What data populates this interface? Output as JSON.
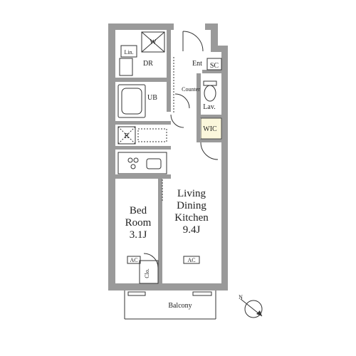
{
  "labels": {
    "washer": "W",
    "linen": "Lin.",
    "dressing_room": "DR",
    "entrance": "Ent",
    "shoe_closet": "SC",
    "counter": "Counter",
    "unit_bath": "UB",
    "lavatory": "Lav.",
    "refrigerator": "R",
    "walk_in_closet": "WIC",
    "ldk_line1": "Living",
    "ldk_line2": "Dining",
    "ldk_line3": "Kitchen",
    "ldk_size": "9.4J",
    "bed_line1": "Bed",
    "bed_line2": "Room",
    "bed_size": "3.1J",
    "ac_bedroom": "AC",
    "ac_ldk": "AC",
    "closet": "Clo.",
    "balcony": "Balcony"
  },
  "colors": {
    "wall": "#9a9a9a",
    "wall_dark": "#8a8a8a",
    "wic_fill": "#fbf7dc",
    "line": "#333333"
  },
  "compass": {
    "icon": "north-arrow-icon",
    "letter": "N"
  }
}
